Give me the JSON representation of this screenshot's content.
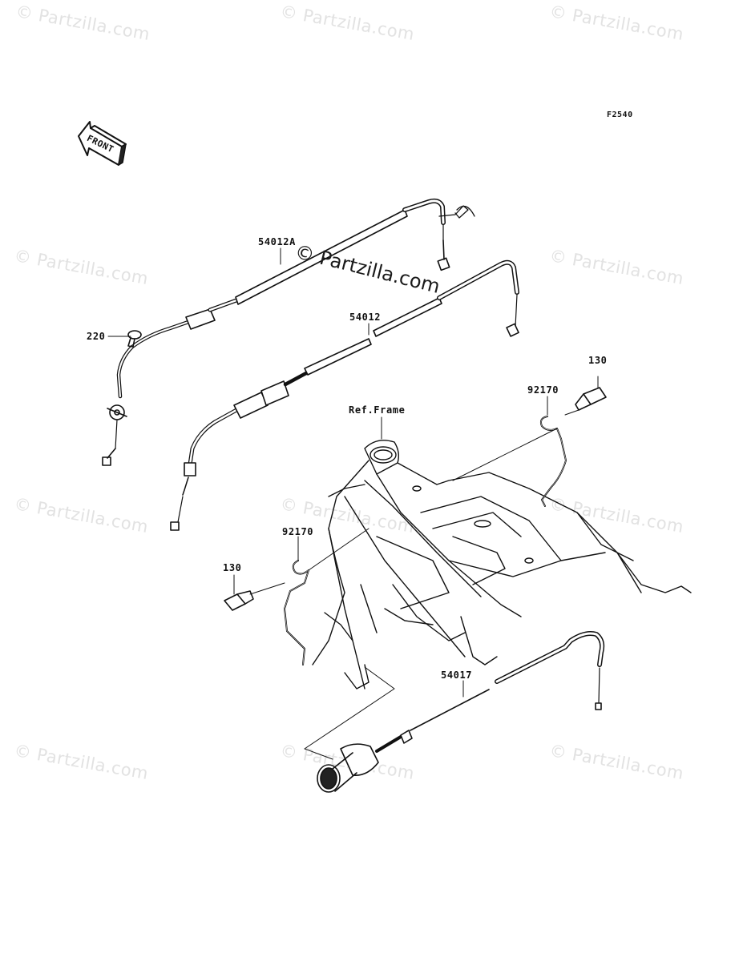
{
  "figure_code": "F2540",
  "front_indicator": "FRONT",
  "watermark_text": "© Partzilla.com",
  "center_watermark": "© Partzilla.com",
  "parts": [
    {
      "label": "54012A"
    },
    {
      "label": "54012"
    },
    {
      "label": "220"
    },
    {
      "label": "92170"
    },
    {
      "label": "130"
    },
    {
      "label": "Ref.Frame"
    },
    {
      "label": "92170"
    },
    {
      "label": "130"
    },
    {
      "label": "54017"
    }
  ],
  "colors": {
    "ink": "#111111",
    "watermark": "#e2e2e2"
  }
}
